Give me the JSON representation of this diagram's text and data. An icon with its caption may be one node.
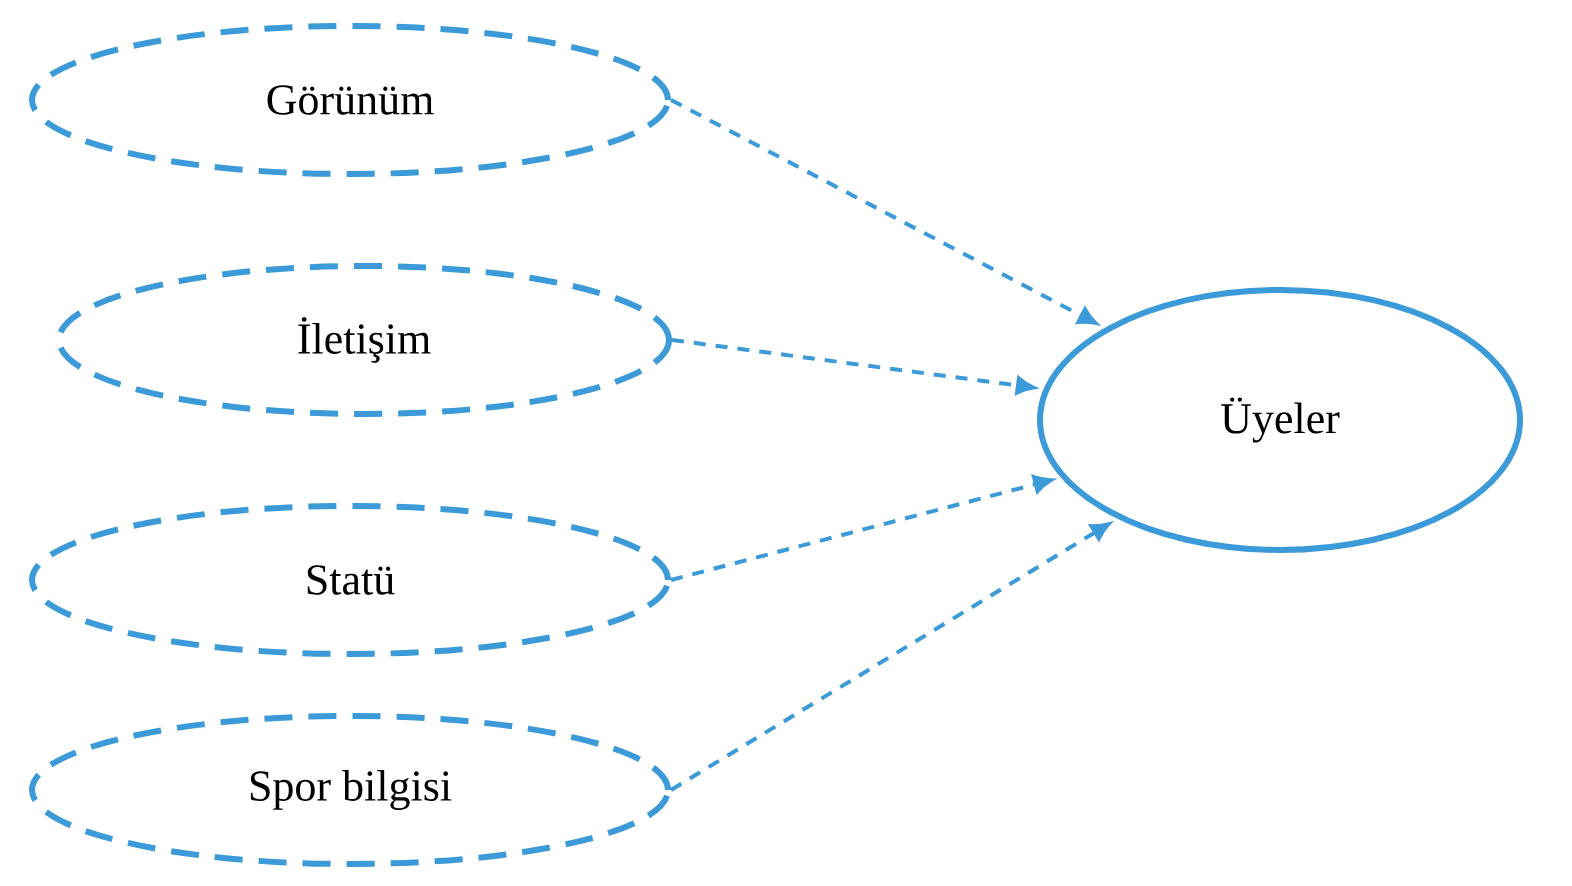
{
  "diagram": {
    "nodes": [
      {
        "text": [
          "Görünüm"
        ]
      },
      {
        "text": [
          "İletişim"
        ]
      },
      {
        "text": [
          "Statü"
        ]
      },
      {
        "text": [
          "Spor bilgisi"
        ]
      },
      {
        "text": [
          "Üyeler"
        ]
      }
    ],
    "edges": [
      {
        "from": 0,
        "to": 4,
        "arrow": "to",
        "style": "dashed"
      },
      {
        "from": 1,
        "to": 4,
        "arrow": "to",
        "style": "dashed"
      },
      {
        "from": 2,
        "to": 4,
        "arrow": "to",
        "style": "dashed"
      },
      {
        "from": 3,
        "to": 4,
        "arrow": "to",
        "style": "dashed"
      }
    ]
  }
}
